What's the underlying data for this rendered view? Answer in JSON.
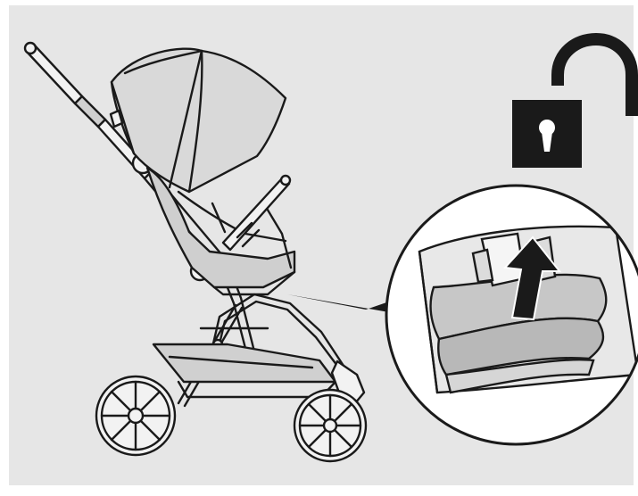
{
  "figure": {
    "background": "#e6e6e6",
    "ink": "#1a1a1a",
    "icons": [
      "stroller-illustration",
      "unlocked-padlock-icon",
      "zoom-callout",
      "arrow-up-icon"
    ],
    "padlock_state": "unlocked",
    "arrow_direction": "up"
  }
}
